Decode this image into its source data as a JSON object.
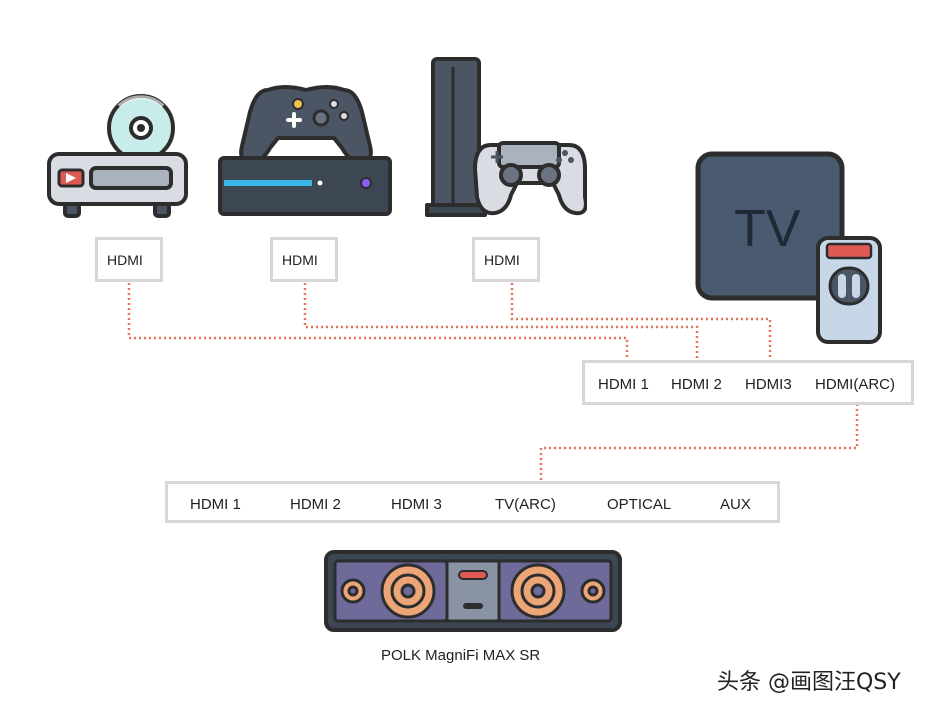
{
  "devices": {
    "dvd_player": {
      "label": "HDMI"
    },
    "xbox": {
      "label": "HDMI"
    },
    "playstation": {
      "label": "HDMI"
    },
    "tv": {
      "screen_text": "TV"
    }
  },
  "tv_ports": [
    "HDMI 1",
    "HDMI 2",
    "HDMI3",
    "HDMI(ARC)"
  ],
  "soundbar_ports": [
    "HDMI 1",
    "HDMI 2",
    "HDMI 3",
    "TV(ARC)",
    "OPTICAL",
    "AUX"
  ],
  "soundbar": {
    "caption": "POLK MagniFi MAX SR"
  },
  "watermark": "头条 @画图汪QSY",
  "colors": {
    "outline": "#2d2d2d",
    "device_dark": "#4b5563",
    "device_light": "#d9dde3",
    "tv_body": "#4a5a70",
    "accent_red": "#e05a55",
    "accent_blue": "#3ab4e6",
    "disc": "#c8ece9",
    "speaker_purple": "#6e6a9a",
    "speaker_orange": "#eba577",
    "wire": "#e8735a",
    "box_border": "#d7d7d7"
  }
}
